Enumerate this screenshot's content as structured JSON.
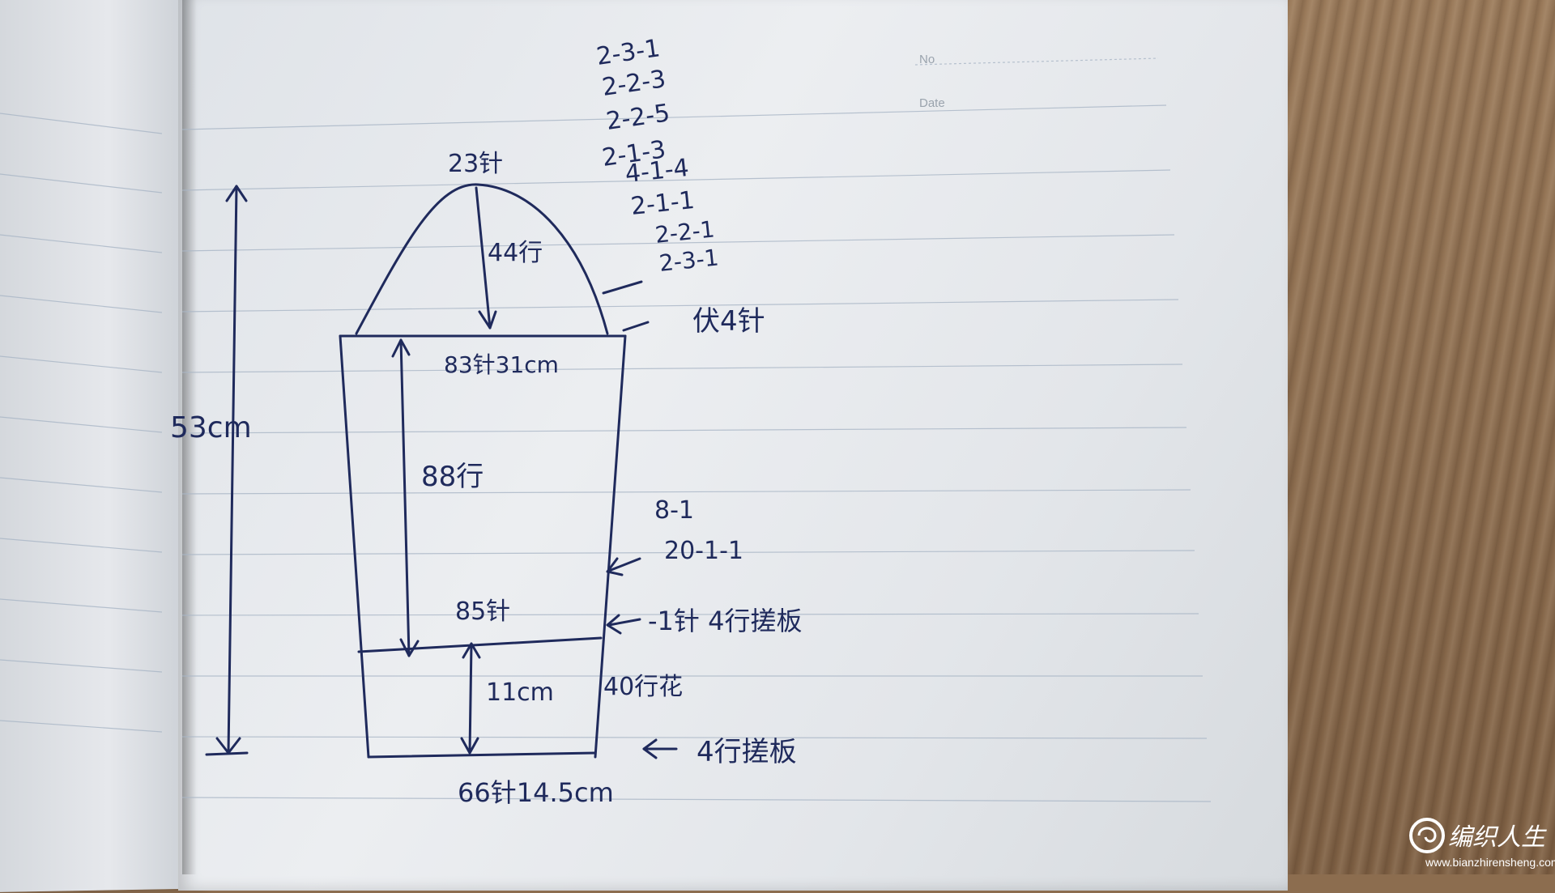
{
  "page_header": {
    "no_label": "No",
    "date_label": "Date"
  },
  "cap": {
    "top_stitches": "23针",
    "height_rows": "44行",
    "decrease_steps": [
      "2-3-1",
      "2-2-3",
      "2-2-5",
      "2-1-3",
      "4-1-4",
      "2-1-1",
      "2-2-1",
      "2-3-1"
    ],
    "bind_off": "伏4针"
  },
  "sleeve": {
    "upper_width": "83针31cm",
    "body_rows": "88行",
    "increase_steps": [
      "8-1",
      "20-1-1"
    ],
    "mid_stitches": "85针",
    "mid_note": "-1针 4行搓板",
    "cuff_height": "11cm",
    "cuff_note": "40行花",
    "bottom_note": "4行搓板",
    "bottom_width": "66针14.5cm",
    "total_length": "53cm"
  },
  "watermark": {
    "brand": "编织人生",
    "url": "www.bianzhirensheng.com"
  },
  "colors": {
    "ink": "#1f2a5c",
    "paper": "#e6e9ed",
    "wood": "#8c6d4f"
  }
}
